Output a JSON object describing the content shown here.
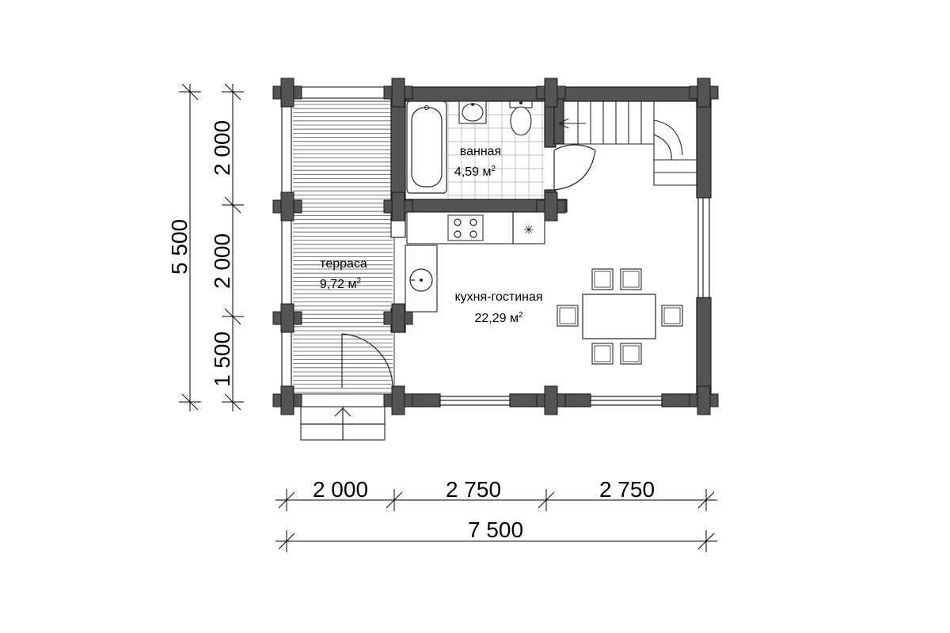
{
  "dimensions": {
    "left_segments": [
      "2 000",
      "2 000",
      "1 500"
    ],
    "left_total": "5 500",
    "bottom_segments": [
      "2 000",
      "2 750",
      "2 750"
    ],
    "bottom_total": "7 500"
  },
  "rooms": {
    "bathroom": {
      "name": "ванная",
      "area": "4,59 м",
      "exp": "2"
    },
    "terrace": {
      "name": "терраса",
      "area": "9,72 м",
      "exp": "2"
    },
    "kitchen": {
      "name": "кухня-гостиная",
      "area": "22,29 м",
      "exp": "2"
    }
  },
  "colors": {
    "wall": "#545454",
    "line": "#222222",
    "background": "#ffffff"
  }
}
